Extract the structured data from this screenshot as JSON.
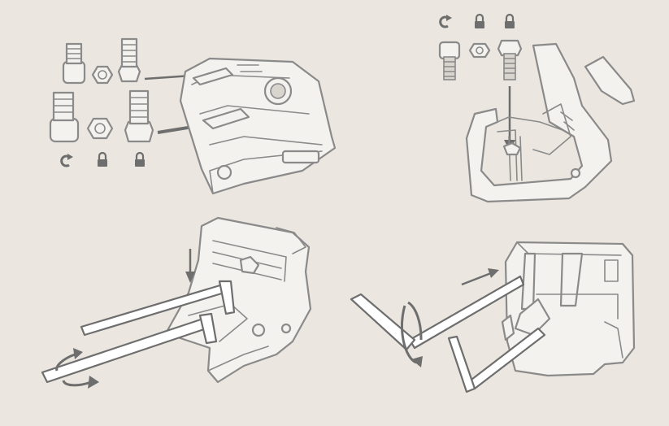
{
  "figure": {
    "background": "#ebe7e0",
    "line_color": "#8a8a8a",
    "arrow_color": "#6e6e6e"
  },
  "panel_top_left": {
    "fastener_legend": [
      "socket-head-screw",
      "hex-nut",
      "hex-bolt"
    ],
    "icons": [
      "rotate-icon",
      "lock-icon",
      "lock-icon"
    ]
  },
  "panel_top_right": {
    "fastener_legend": [
      "socket-head-screw",
      "hex-nut",
      "hex-bolt"
    ],
    "icons": [
      "rotate-icon",
      "lock-icon",
      "lock-icon"
    ]
  },
  "panel_bottom_left": {
    "tools": [
      "hex-key",
      "hex-key"
    ]
  },
  "panel_bottom_right": {
    "tools": [
      "hex-key",
      "hex-key"
    ]
  }
}
